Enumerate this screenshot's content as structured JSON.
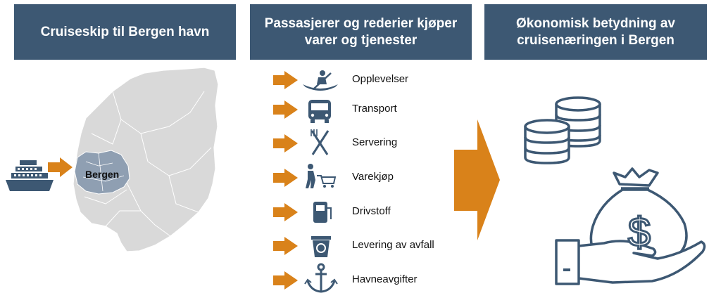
{
  "headers": {
    "cruise": "Cruiseskip til Bergen havn",
    "purchase_line1": "Passasjerer og rederier kjøper",
    "purchase_line2": "varer og tjenester",
    "impact_line1": "Økonomisk betydning av",
    "impact_line2": "cruisenæringen i Bergen"
  },
  "map": {
    "city_label": "Bergen"
  },
  "services": [
    {
      "label": "Opplevelser",
      "icon": "kayak-icon"
    },
    {
      "label": "Transport",
      "icon": "bus-icon"
    },
    {
      "label": "Servering",
      "icon": "fork-knife-icon"
    },
    {
      "label": "Varekjøp",
      "icon": "shopping-cart-icon"
    },
    {
      "label": "Drivstoff",
      "icon": "fuel-pump-icon"
    },
    {
      "label": "Levering av avfall",
      "icon": "recycle-bin-icon"
    },
    {
      "label": "Havneavgifter",
      "icon": "anchor-icon"
    }
  ],
  "colors": {
    "header_bg": "#3d5873",
    "icon": "#3d5873",
    "arrow": "#d9821a",
    "map_land": "#d9d9d9",
    "map_region": "#8f9fb2"
  }
}
